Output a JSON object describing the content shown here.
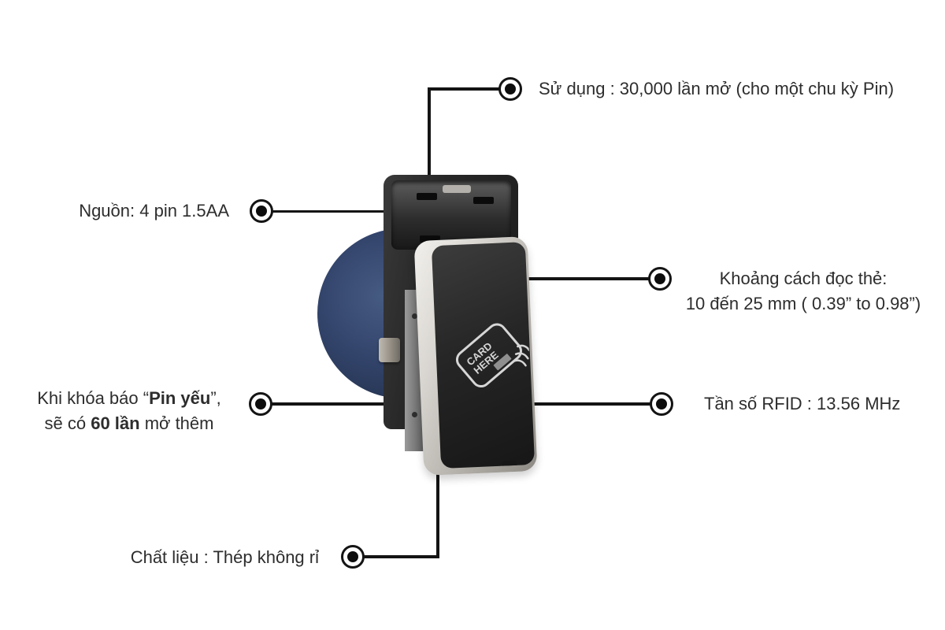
{
  "colors": {
    "background": "#ffffff",
    "text": "#2d2d2d",
    "connector_line": "#141414",
    "knob_navy": "#32436a",
    "body_black": "#262626",
    "frame_silver": "#c9c6c0"
  },
  "callouts": {
    "usage": {
      "label": "Sử dụng : 30,000 lần mở (cho một chu kỳ Pin)"
    },
    "power": {
      "label": "Nguồn: 4 pin 1.5AA"
    },
    "read_distance": {
      "line1": "Khoảng cách đọc thẻ:",
      "line2": "10 đến 25 mm ( 0.39” to 0.98”)"
    },
    "low_battery": {
      "line1_prefix": "Khi khóa báo “",
      "line1_bold": "Pin yếu",
      "line1_suffix": "”,",
      "line2_prefix": "sẽ có ",
      "line2_bold": "60 lần",
      "line2_suffix": " mở thêm"
    },
    "rfid": {
      "label": "Tần số RFID : 13.56 MHz"
    },
    "material": {
      "label": "Chất liệu : Thép không rỉ"
    }
  },
  "device": {
    "card_logo": {
      "line1": "CARD",
      "line2": "HERE"
    }
  }
}
